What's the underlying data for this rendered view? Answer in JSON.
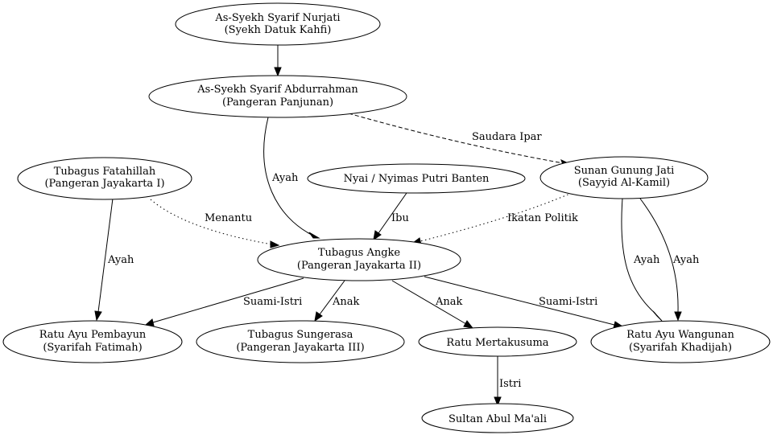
{
  "nodes": {
    "nurjati": {
      "line1": "As-Syekh Syarif Nurjati",
      "line2": "(Syekh Datuk Kahfi)"
    },
    "abdurrahman": {
      "line1": "As-Syekh Syarif Abdurrahman",
      "line2": "(Pangeran Panjunan)"
    },
    "fatahillah": {
      "line1": "Tubagus Fatahillah",
      "line2": "(Pangeran Jayakarta I)"
    },
    "putri_banten": {
      "line1": "Nyai / Nyimas Putri Banten"
    },
    "gunung_jati": {
      "line1": "Sunan Gunung Jati",
      "line2": "(Sayyid Al-Kamil)"
    },
    "angke": {
      "line1": "Tubagus Angke",
      "line2": "(Pangeran Jayakarta II)"
    },
    "pembayun": {
      "line1": "Ratu Ayu Pembayun",
      "line2": "(Syarifah Fatimah)"
    },
    "sungerasa": {
      "line1": "Tubagus Sungerasa",
      "line2": "(Pangeran Jayakarta III)"
    },
    "mertakusuma": {
      "line1": "Ratu Mertakusuma"
    },
    "wangunan": {
      "line1": "Ratu Ayu Wangunan",
      "line2": "(Syarifah Khadijah)"
    },
    "abul_maali": {
      "line1": "Sultan Abul Ma'ali"
    }
  },
  "edges": {
    "nurjati_abdurrahman": {
      "label": ""
    },
    "abdurrahman_gunungjati": {
      "label": "Saudara Ipar"
    },
    "abdurrahman_angke": {
      "label": "Ayah"
    },
    "fatahillah_angke": {
      "label": "Menantu"
    },
    "putribanten_angke": {
      "label": "Ibu"
    },
    "gunungjati_angke": {
      "label": "Ikatan Politik"
    },
    "fatahillah_pembayun": {
      "label": "Ayah"
    },
    "gunungjati_wangunan_1": {
      "label": "Ayah"
    },
    "gunungjati_wangunan_2": {
      "label": "Ayah"
    },
    "angke_pembayun": {
      "label": "Suami-Istri"
    },
    "angke_sungerasa": {
      "label": "Anak"
    },
    "angke_mertakusuma": {
      "label": "Anak"
    },
    "angke_wangunan": {
      "label": "Suami-Istri"
    },
    "mertakusuma_abulmaali": {
      "label": "Istri"
    }
  }
}
